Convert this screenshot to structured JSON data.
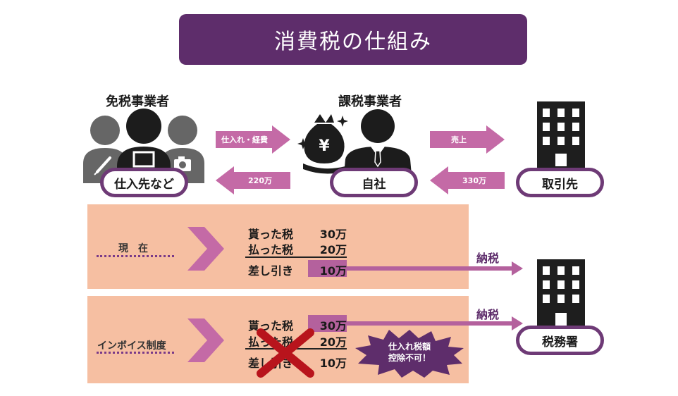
{
  "title": "消費税の仕組み",
  "left_party": {
    "heading": "免税事業者",
    "pill": "仕入先など"
  },
  "center_party": {
    "heading": "課税事業者",
    "pill": "自社",
    "yen_symbol": "¥"
  },
  "right_party": {
    "pill": "取引先"
  },
  "tax_office": {
    "pill": "税務署"
  },
  "flows": {
    "purchase": "仕入れ・経費",
    "payment_to_supplier": "220万",
    "sales": "売上",
    "receipt_from_client": "330万"
  },
  "current": {
    "label": "現　在",
    "received_label": "貰った税",
    "received_value": "30万",
    "paid_label": "払った税",
    "paid_value": "20万",
    "diff_label": "差し引き",
    "diff_value": "10万",
    "pay_label": "納税"
  },
  "invoice": {
    "label": "インボイス制度",
    "received_label": "貰った税",
    "received_value": "30万",
    "paid_label": "払った税",
    "paid_value": "20万",
    "diff_label": "差し引き",
    "diff_value": "10万",
    "pay_label": "納税",
    "burst_line1": "仕入れ税額",
    "burst_line2": "控除不可！"
  },
  "colors": {
    "title_bg": "#5e2d6b",
    "arrow": "#c46aa6",
    "panel": "#f6bfa2",
    "pill_border": "#6e3a76",
    "cross": "#b8141c",
    "building": "#1e1e1e"
  }
}
